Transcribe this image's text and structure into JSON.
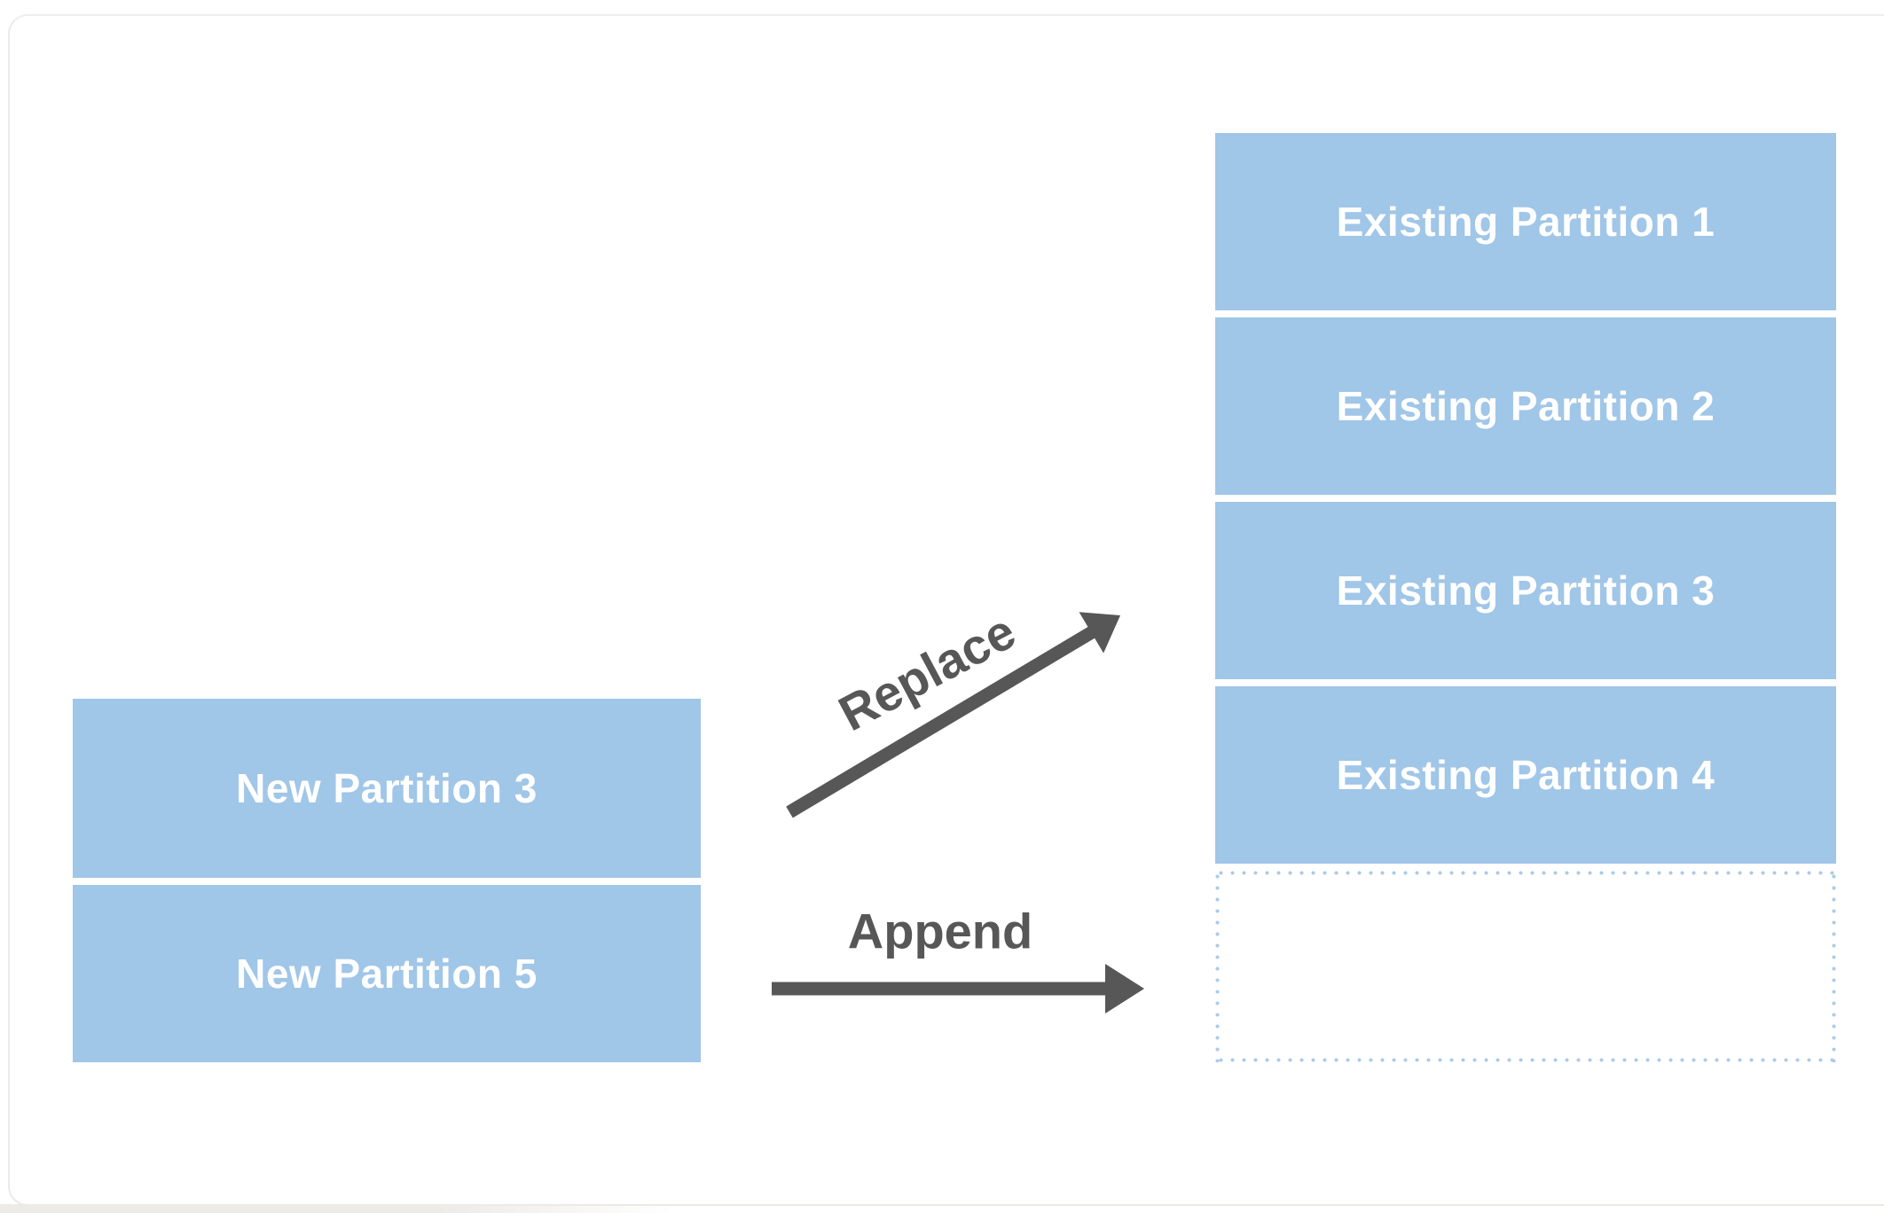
{
  "diagram": {
    "left_stack": {
      "boxes": [
        {
          "label": "New Partition 3"
        },
        {
          "label": "New Partition 5"
        }
      ]
    },
    "right_stack": {
      "boxes": [
        {
          "label": "Existing Partition 1"
        },
        {
          "label": "Existing Partition 2"
        },
        {
          "label": "Existing Partition 3"
        },
        {
          "label": "Existing Partition 4"
        }
      ],
      "empty_slot_note": ""
    },
    "arrows": [
      {
        "label": "Replace",
        "direction": "diagonal-up-right"
      },
      {
        "label": "Append",
        "direction": "horizontal-right"
      }
    ]
  },
  "colors": {
    "box_fill": "#a0c6e8",
    "box_text": "#ffffff",
    "arrow": "#575757",
    "dotted_border": "#a9cbe9",
    "card_border": "#eceae6",
    "page_strip": "#edebe8"
  }
}
